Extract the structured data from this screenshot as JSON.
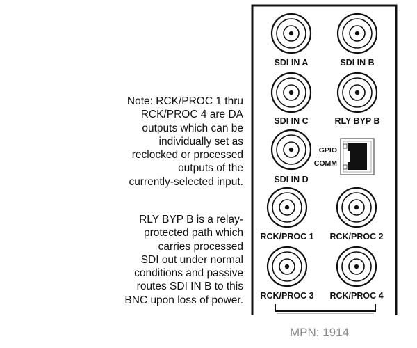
{
  "note": {
    "paragraph1": [
      "Note: RCK/PROC 1 thru",
      "RCK/PROC 4 are DA",
      "outputs which can be",
      "individually set as",
      "reclocked or processed",
      "outputs of the",
      "currently-selected input."
    ],
    "paragraph2": [
      "RLY BYP B is a relay-",
      "protected path which",
      "carries processed",
      "SDI out under normal",
      "conditions and passive",
      "routes SDI IN B to this",
      "BNC upon loss of power."
    ]
  },
  "connectors": [
    "SDI IN A",
    "SDI IN B",
    "SDI IN C",
    "RLY BYP B",
    "SDI IN D",
    "RCK/PROC 1",
    "RCK/PROC 2",
    "RCK/PROC 3",
    "RCK/PROC 4"
  ],
  "gpio_port": {
    "label_top": "GPIO",
    "label_bottom": "COMM"
  },
  "mpn": "MPN: 1914",
  "colors": {
    "line": "#111111",
    "mpn_text": "#8a8a8a"
  }
}
